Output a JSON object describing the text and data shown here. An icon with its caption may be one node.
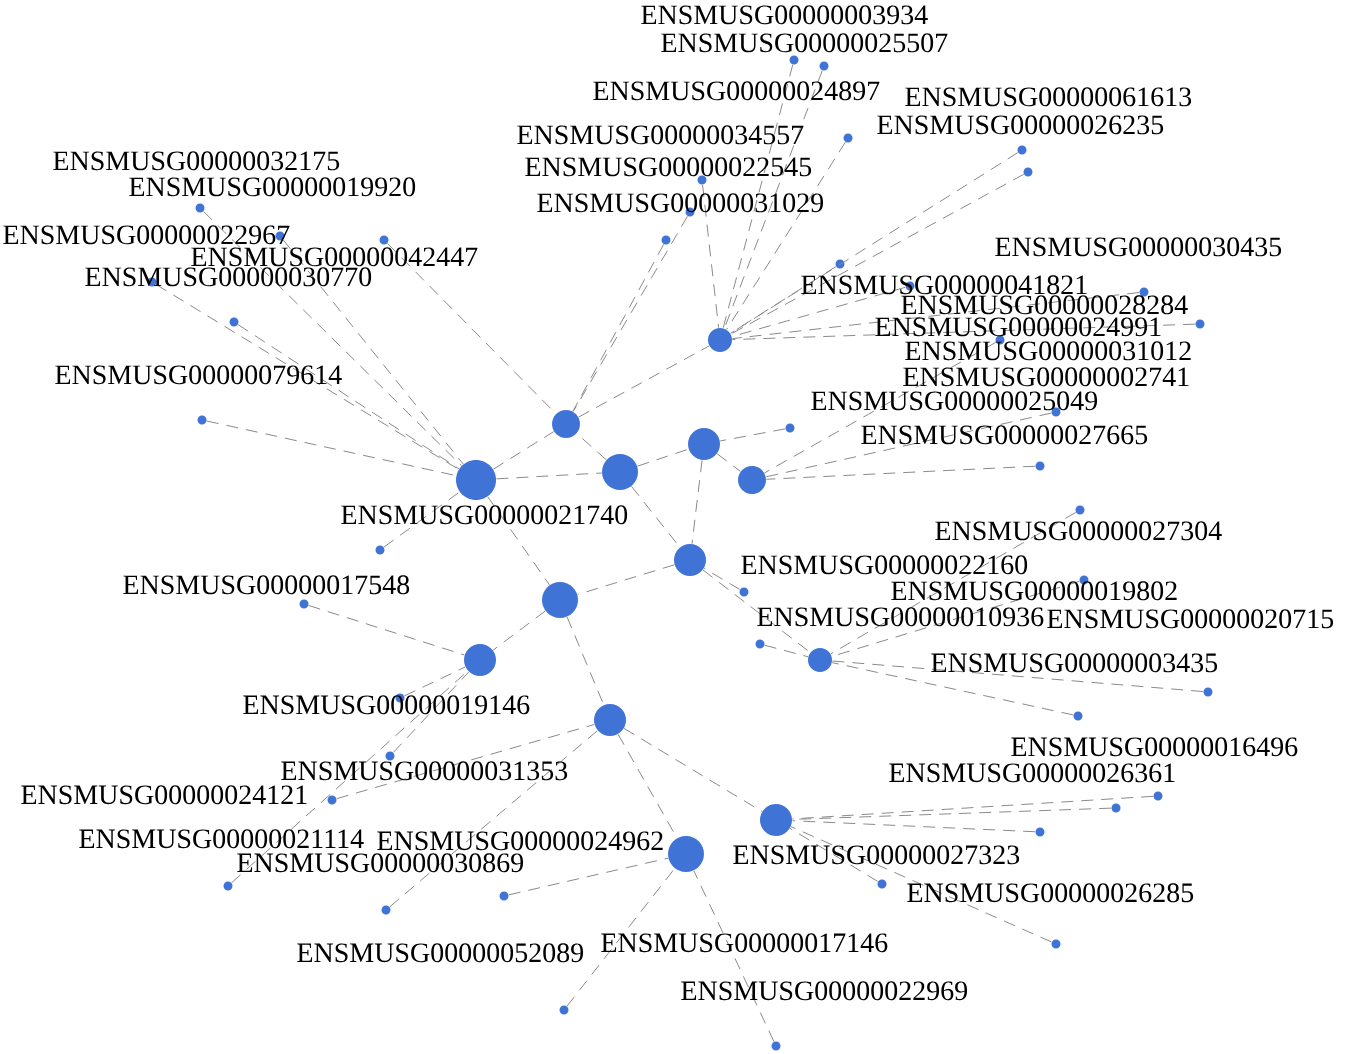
{
  "diagram": {
    "nodes": [
      {
        "text": [
          "ENSMUSG00000003934"
        ]
      },
      {
        "text": [
          "ENSMUSG00000025507"
        ]
      },
      {
        "text": [
          "ENSMUSG00000024897"
        ]
      },
      {
        "text": [
          "ENSMUSG00000061613"
        ]
      },
      {
        "text": [
          "ENSMUSG00000026235"
        ]
      },
      {
        "text": [
          "ENSMUSG00000030435"
        ]
      },
      {
        "text": [
          "ENSMUSG00000034557"
        ]
      },
      {
        "text": [
          "ENSMUSG00000022545"
        ]
      },
      {
        "text": [
          "ENSMUSG00000031029"
        ]
      },
      {
        "text": [
          "ENSMUSG00000032175"
        ]
      },
      {
        "text": [
          "ENSMUSG00000019920"
        ]
      },
      {
        "text": [
          "ENSMUSG00000022967"
        ]
      },
      {
        "text": [
          "ENSMUSG00000030770"
        ]
      },
      {
        "text": [
          "ENSMUSG00000042447"
        ]
      },
      {
        "text": [
          "ENSMUSG00000079614"
        ]
      },
      {
        "text": [
          "ENSMUSG00000017548"
        ]
      },
      {
        "text": [
          "ENSMUSG00000019146"
        ]
      },
      {
        "text": [
          "ENSMUSG00000031353"
        ]
      },
      {
        "text": [
          "ENSMUSG00000024121"
        ]
      },
      {
        "text": [
          "ENSMUSG00000021114"
        ]
      },
      {
        "text": [
          "ENSMUSG00000030869"
        ]
      },
      {
        "text": [
          "ENSMUSG00000024962"
        ]
      },
      {
        "text": [
          "ENSMUSG00000052089"
        ]
      },
      {
        "text": [
          "ENSMUSG00000017146"
        ]
      },
      {
        "text": [
          "ENSMUSG00000022969"
        ]
      },
      {
        "text": [
          "ENSMUSG00000026285"
        ]
      },
      {
        "text": [
          "ENSMUSG00000016496"
        ]
      },
      {
        "text": [
          "ENSMUSG00000026361"
        ]
      },
      {
        "text": [
          "ENSMUSG00000027323"
        ]
      },
      {
        "text": [
          "ENSMUSG00000020715"
        ]
      },
      {
        "text": [
          "ENSMUSG00000003435"
        ]
      },
      {
        "text": [
          "ENSMUSG00000031012"
        ]
      },
      {
        "text": [
          "ENSMUSG00000002741"
        ]
      },
      {
        "text": [
          "ENSMUSG00000024991"
        ]
      },
      {
        "text": [
          "ENSMUSG00000028284"
        ]
      },
      {
        "text": [
          "ENSMUSG00000041821"
        ]
      },
      {
        "text": [
          "ENSMUSG00000027665"
        ]
      },
      {
        "text": [
          "ENSMUSG00000025049"
        ]
      },
      {
        "text": [
          "ENSMUSG00000027304"
        ]
      },
      {
        "text": [
          "ENSMUSG00000019802"
        ]
      },
      {
        "text": [
          "ENSMUSG00000022160"
        ]
      },
      {
        "text": [
          "ENSMUSG00000010936"
        ]
      },
      {
        "text": [
          "ENSMUSG00000021740"
        ]
      },
      {
        "text": [],
        "shape": "circle"
      },
      {
        "text": [],
        "shape": "circle"
      },
      {
        "text": [],
        "shape": "circle"
      },
      {
        "text": [],
        "shape": "circle"
      },
      {
        "text": [],
        "shape": "circle"
      },
      {
        "text": [],
        "shape": "circle"
      },
      {
        "text": [],
        "shape": "circle"
      },
      {
        "text": [],
        "shape": "circle"
      },
      {
        "text": [],
        "shape": "circle"
      },
      {
        "text": [],
        "shape": "circle"
      },
      {
        "text": [],
        "shape": "circle"
      },
      {
        "text": [],
        "shape": "circle"
      },
      {
        "text": [],
        "shape": "circle"
      }
    ],
    "edges": [
      {
        "from": 0,
        "to": 43,
        "arrow": "none"
      },
      {
        "from": 1,
        "to": 43,
        "arrow": "none"
      },
      {
        "from": 2,
        "to": 43,
        "arrow": "none"
      },
      {
        "from": 3,
        "to": 43,
        "arrow": "none"
      },
      {
        "from": 4,
        "to": 43,
        "arrow": "none"
      },
      {
        "from": 5,
        "to": 43,
        "arrow": "none"
      },
      {
        "from": 6,
        "to": 43,
        "arrow": "none"
      },
      {
        "from": 7,
        "to": 44,
        "arrow": "none"
      },
      {
        "from": 8,
        "to": 44,
        "arrow": "none"
      },
      {
        "from": 9,
        "to": 47,
        "arrow": "none"
      },
      {
        "from": 10,
        "to": 47,
        "arrow": "none"
      },
      {
        "from": 11,
        "to": 47,
        "arrow": "none"
      },
      {
        "from": 12,
        "to": 47,
        "arrow": "none"
      },
      {
        "from": 13,
        "to": 44,
        "arrow": "none"
      },
      {
        "from": 14,
        "to": 47,
        "arrow": "none"
      },
      {
        "from": 15,
        "to": 51,
        "arrow": "none"
      },
      {
        "from": 16,
        "to": 51,
        "arrow": "none"
      },
      {
        "from": 17,
        "to": 51,
        "arrow": "none"
      },
      {
        "from": 18,
        "to": 53,
        "arrow": "none"
      },
      {
        "from": 19,
        "to": 51,
        "arrow": "none"
      },
      {
        "from": 20,
        "to": 53,
        "arrow": "none"
      },
      {
        "from": 21,
        "to": 55,
        "arrow": "none"
      },
      {
        "from": 22,
        "to": 55,
        "arrow": "none"
      },
      {
        "from": 23,
        "to": 54,
        "arrow": "none"
      },
      {
        "from": 24,
        "to": 55,
        "arrow": "none"
      },
      {
        "from": 25,
        "to": 54,
        "arrow": "none"
      },
      {
        "from": 26,
        "to": 54,
        "arrow": "none"
      },
      {
        "from": 27,
        "to": 54,
        "arrow": "none"
      },
      {
        "from": 28,
        "to": 54,
        "arrow": "none"
      },
      {
        "from": 29,
        "to": 52,
        "arrow": "none"
      },
      {
        "from": 30,
        "to": 52,
        "arrow": "none"
      },
      {
        "from": 31,
        "to": 48,
        "arrow": "none"
      },
      {
        "from": 32,
        "to": 48,
        "arrow": "none"
      },
      {
        "from": 33,
        "to": 43,
        "arrow": "none"
      },
      {
        "from": 34,
        "to": 43,
        "arrow": "none"
      },
      {
        "from": 35,
        "to": 43,
        "arrow": "none"
      },
      {
        "from": 36,
        "to": 48,
        "arrow": "none"
      },
      {
        "from": 37,
        "to": 45,
        "arrow": "none"
      },
      {
        "from": 38,
        "to": 52,
        "arrow": "none"
      },
      {
        "from": 39,
        "to": 52,
        "arrow": "none"
      },
      {
        "from": 40,
        "to": 49,
        "arrow": "none"
      },
      {
        "from": 41,
        "to": 52,
        "arrow": "none"
      },
      {
        "from": 42,
        "to": 47,
        "arrow": "none"
      },
      {
        "from": 47,
        "to": 46,
        "arrow": "none"
      },
      {
        "from": 47,
        "to": 44,
        "arrow": "none"
      },
      {
        "from": 46,
        "to": 45,
        "arrow": "none"
      },
      {
        "from": 46,
        "to": 44,
        "arrow": "none"
      },
      {
        "from": 45,
        "to": 48,
        "arrow": "none"
      },
      {
        "from": 44,
        "to": 43,
        "arrow": "none"
      },
      {
        "from": 45,
        "to": 49,
        "arrow": "none"
      },
      {
        "from": 49,
        "to": 50,
        "arrow": "none"
      },
      {
        "from": 50,
        "to": 51,
        "arrow": "none"
      },
      {
        "from": 50,
        "to": 53,
        "arrow": "none"
      },
      {
        "from": 53,
        "to": 55,
        "arrow": "none"
      },
      {
        "from": 53,
        "to": 54,
        "arrow": "none"
      },
      {
        "from": 49,
        "to": 52,
        "arrow": "none"
      },
      {
        "from": 47,
        "to": 50,
        "arrow": "none"
      },
      {
        "from": 46,
        "to": 49,
        "arrow": "none"
      }
    ]
  }
}
